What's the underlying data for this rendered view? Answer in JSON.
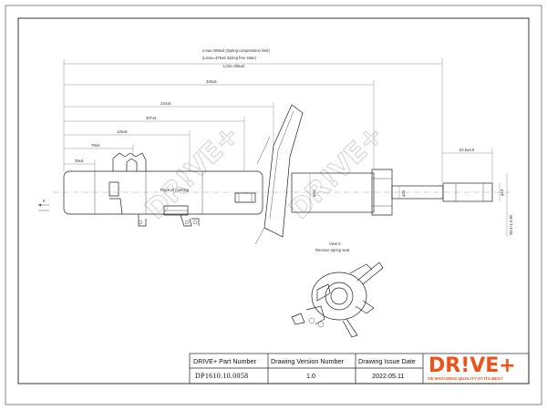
{
  "dimensions": {
    "lmax": "Lmax=506±5 (Spring compression limit)",
    "lmax_free": "(Lmax=479±5 Spring free state)",
    "lmin": "Lmin=355±5",
    "d328": "328±5",
    "d244": "244±5",
    "d207": "207±4",
    "d145": "145±5",
    "d78": "78±5",
    "d39": "39±5",
    "d62": "62.5±0.5",
    "phi51": "φ51",
    "phi20": "φ20",
    "phi13": "φ13",
    "thread": "M14×1.5-6h"
  },
  "labels": {
    "section_k": "K",
    "place_marking": "Place of marking",
    "view_k": "View K",
    "remove_seat": "Remove spring seat"
  },
  "watermark": "DR!VE+",
  "title_block": {
    "headers": [
      "DRIVE+ Part Number",
      "Drawing Version Number",
      "Drawing Issue Date"
    ],
    "part_number": "DP1610.10.0058",
    "version": "1.0",
    "date": "2022.05.11"
  },
  "logo": {
    "text": "DR!VE+",
    "tagline": "OE MATCHING QUALITY AT ITS BEST",
    "color": "#e8541b"
  }
}
